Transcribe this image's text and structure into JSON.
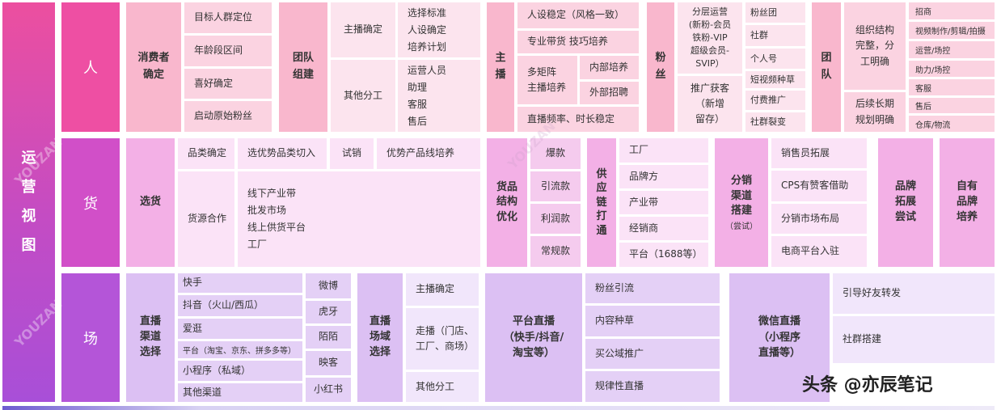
{
  "main_label": "运\n营\n视\n图",
  "rows": {
    "people": "人",
    "goods": "货",
    "field": "场"
  },
  "people": {
    "consumer": {
      "header": "消费者\n确定",
      "items": [
        "目标人群定位",
        "年龄段区间",
        "喜好确定",
        "启动原始粉丝"
      ]
    },
    "team_build": {
      "header": "团队\n组建",
      "host_confirm": "主播确定",
      "other_division": "其他分工",
      "standards": [
        "选择标准",
        "人设确定",
        "培养计划"
      ],
      "ops": [
        "运营人员",
        "助理",
        "客服",
        "售后"
      ]
    },
    "host": {
      "header": "主\n播",
      "persona": "人设稳定（风格一致）",
      "pro": "专业带货 技巧培养",
      "matrix": "多矩阵\n主播培养",
      "internal": "内部培养",
      "external": "外部招聘",
      "frequency": "直播频率、时长稳定"
    },
    "fans": {
      "header": "粉\n丝",
      "tiered": "分层运营\n(新粉-会员\n铁粉-VIP\n超级会员-\nSVIP）",
      "promo": "推广获客\n（新增\n留存）",
      "channels": [
        "粉丝团",
        "社群",
        "个人号",
        "短视频种草",
        "付费推广",
        "社群裂变"
      ]
    },
    "team": {
      "header": "团\n队",
      "org": "组织结构\n完整，分\n工明确",
      "plan": "后续长期\n规划明确",
      "roles": [
        "招商",
        "视频制作/剪辑/拍摄",
        "运营/场控",
        "助力/场控",
        "客服",
        "售后",
        "仓库/物流"
      ]
    }
  },
  "goods": {
    "select": {
      "header": "选货",
      "category": "品类确定",
      "advantage_entry": "选优势品类切入",
      "trial": "试销",
      "line": "优势产品线培养",
      "source": "货源合作",
      "sources": [
        "线下产业带",
        "批发市场",
        "线上供货平台",
        "工厂"
      ]
    },
    "structure": {
      "header": "货品\n结构\n优化",
      "items": [
        "爆款",
        "引流款",
        "利润款",
        "常规款"
      ]
    },
    "supply": {
      "header": "供\n应\n链\n打\n通",
      "items": [
        "工厂",
        "品牌方",
        "产业带",
        "经销商",
        "平台（1688等）"
      ]
    },
    "distribution": {
      "header": "分销\n渠道\n搭建",
      "note": "（尝试）",
      "items": [
        "销售员拓展",
        "CPS有赞客借助",
        "分销市场布局",
        "电商平台入驻"
      ]
    },
    "brand_expand": "品牌\n拓展\n尝试",
    "own_brand": "自有\n品牌\n培养"
  },
  "field": {
    "channel_select": {
      "header": "直播\n渠道\n选择",
      "main": [
        "快手",
        "抖音（火山/西瓜）",
        "爱逛",
        "平台（淘宝、京东、拼多多等）",
        "小程序（私域）",
        "其他渠道"
      ],
      "side": [
        "微博",
        "虎牙",
        "陌陌",
        "映客",
        "小红书"
      ]
    },
    "venue_select": {
      "header": "直播\n场域\n选择",
      "items": [
        "主播确定",
        "走播（门店、\n工厂、商场）",
        "其他分工"
      ]
    },
    "platform_live": {
      "header": "平台直播\n（快手/抖音/\n淘宝等）",
      "items": [
        "粉丝引流",
        "内容种草",
        "买公域推广",
        "规律性直播"
      ]
    },
    "wechat_live": {
      "header": "微信直播\n（小程序\n直播等）",
      "items": [
        "引导好友转发",
        "社群搭建"
      ]
    }
  },
  "watermark": "YOUZAN",
  "footer_credit": "头条 @亦辰笔记",
  "colors": {
    "left_bar_top": "#ec4f9f",
    "left_bar_bottom": "#b74ad0",
    "row_people": "#ee4fa3",
    "row_goods": "#d14fc8",
    "row_field": "#b455d8"
  }
}
